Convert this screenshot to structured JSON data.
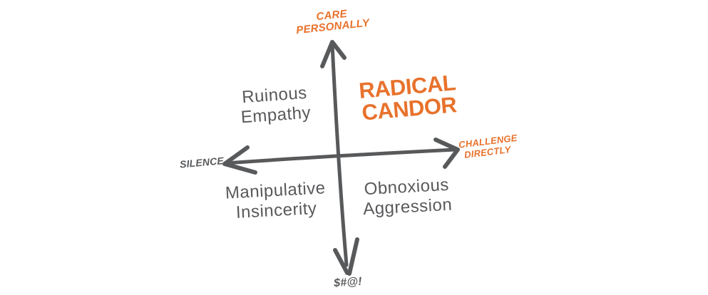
{
  "diagram": {
    "axis_top_label": "CARE PERSONALLY",
    "axis_bottom_label": "$#@!",
    "axis_left_label": "SILENCE",
    "axis_right_label": "CHALLENGE DIRECTLY",
    "quadrant_top_left": "Ruinous Empathy",
    "quadrant_top_right": "RADICAL CANDOR",
    "quadrant_bottom_left": "Manipulative Insincerity",
    "quadrant_bottom_right": "Obnoxious Aggression",
    "colors": {
      "accent_orange": "#E8722C",
      "ink_gray": "#58595B",
      "background": "#FFFFFF"
    }
  }
}
